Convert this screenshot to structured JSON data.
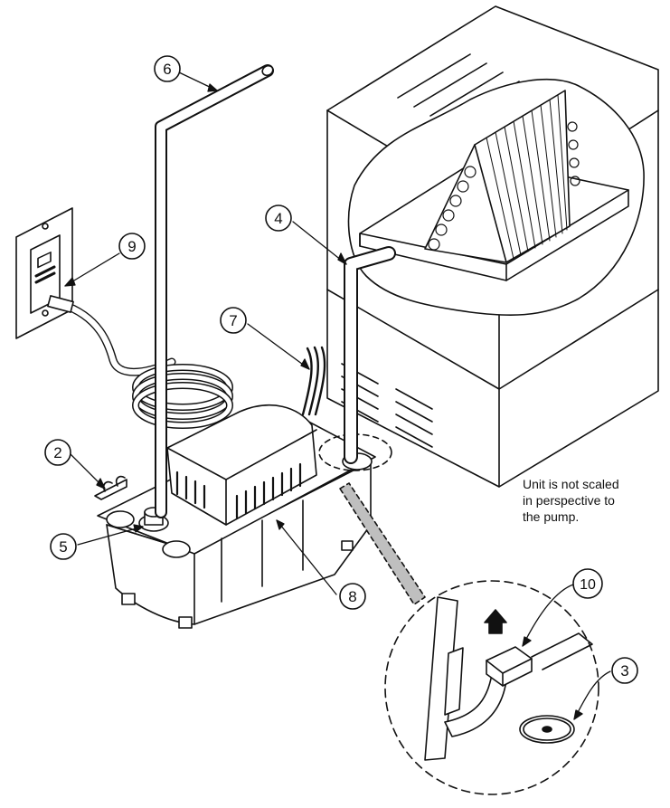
{
  "callouts": [
    {
      "id": "c1",
      "label": "6"
    },
    {
      "id": "c2",
      "label": "9"
    },
    {
      "id": "c3",
      "label": "4"
    },
    {
      "id": "c4",
      "label": "7"
    },
    {
      "id": "c5",
      "label": "2"
    },
    {
      "id": "c6",
      "label": "5"
    },
    {
      "id": "c7",
      "label": "8"
    },
    {
      "id": "c8",
      "label": "10"
    },
    {
      "id": "c9",
      "label": "3"
    }
  ],
  "note": {
    "line1": "Unit is not scaled",
    "line2": "in perspective to",
    "line3": "the pump."
  },
  "colors": {
    "stroke": "#111111",
    "fill": "#ffffff",
    "shade": "#bfbfbf"
  }
}
